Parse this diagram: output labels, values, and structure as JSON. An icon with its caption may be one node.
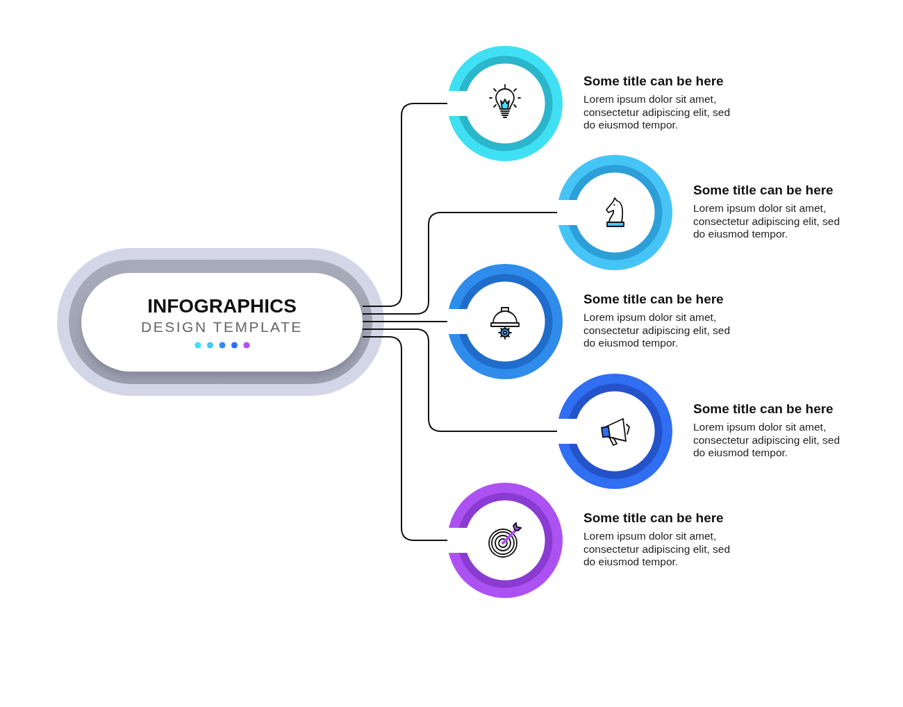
{
  "diagram": {
    "nodes": [
      {
        "text": [
          "INFOGRAPHICS",
          "DESIGN TEMPLATE"
        ]
      },
      {
        "text": [],
        "shape": "circle",
        "beside": [
          "Some title can be here",
          "Lorem ipsum dolor sit amet, consectetur adipiscing elit, sed do eiusmod tempor."
        ]
      },
      {
        "text": [],
        "shape": "circle",
        "beside": [
          "Some title can be here",
          "Lorem ipsum dolor sit amet, consectetur adipiscing elit, sed do eiusmod tempor."
        ]
      },
      {
        "text": [],
        "shape": "circle",
        "beside": [
          "Some title can be here",
          "Lorem ipsum dolor sit amet, consectetur adipiscing elit, sed do eiusmod tempor."
        ]
      },
      {
        "text": [],
        "shape": "circle",
        "beside": [
          "Some title can be here",
          "Lorem ipsum dolor sit amet, consectetur adipiscing elit, sed do eiusmod tempor."
        ]
      },
      {
        "text": [],
        "shape": "circle",
        "beside": [
          "Some title can be here",
          "Lorem ipsum dolor sit amet, consectetur adipiscing elit, sed do eiusmod tempor."
        ]
      }
    ],
    "edges": [
      {
        "from": 0,
        "to": 1,
        "arrow": "none"
      },
      {
        "from": 0,
        "to": 2,
        "arrow": "none"
      },
      {
        "from": 0,
        "to": 3,
        "arrow": "none"
      },
      {
        "from": 0,
        "to": 4,
        "arrow": "none"
      },
      {
        "from": 0,
        "to": 5,
        "arrow": "none"
      }
    ]
  }
}
